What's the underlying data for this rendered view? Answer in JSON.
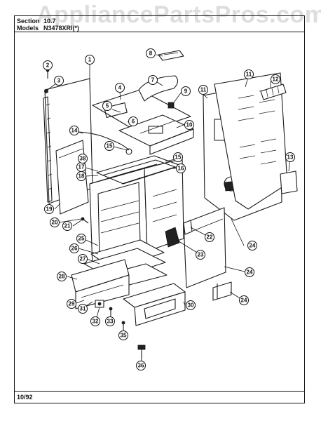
{
  "header": {
    "section_label": "Section",
    "section_value": "10.7",
    "models_label": "Models",
    "models_value": "N3478XRI(*)"
  },
  "watermark": "AppliancePartsPros.com",
  "footer": {
    "date_code": "10/92"
  },
  "callouts": [
    "1",
    "2",
    "3",
    "4",
    "5",
    "6",
    "7",
    "8",
    "9",
    "10",
    "11",
    "11",
    "12",
    "13",
    "14",
    "15",
    "15",
    "16",
    "17",
    "18",
    "19",
    "20",
    "21",
    "22",
    "23",
    "24",
    "24",
    "24",
    "25",
    "26",
    "27",
    "28",
    "29",
    "30",
    "31",
    "32",
    "33",
    "35",
    "36",
    "38"
  ]
}
